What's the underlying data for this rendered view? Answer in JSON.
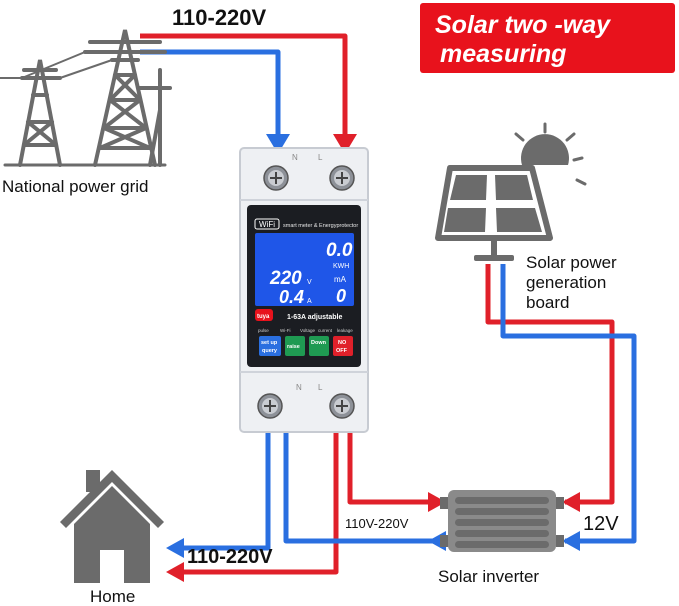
{
  "banner": {
    "line1": "Solar two -way",
    "line2": "measuring",
    "color": "#e8121c"
  },
  "labels": {
    "top_voltage": "110-220V",
    "national_grid": "National power grid",
    "solar_board_line1": "Solar power",
    "solar_board_line2": "generation",
    "solar_board_line3": "board",
    "home": "Home",
    "home_voltage": "110-220V",
    "inverter_voltage": "110V-220V",
    "dc_voltage": "12V",
    "inverter": "Solar inverter"
  },
  "terminals": {
    "top_left": "N",
    "top_right": "L",
    "bottom_left": "N",
    "bottom_right": "L"
  },
  "meter": {
    "wifi": "WiFi",
    "brand_title": "smart meter & Energyprotector",
    "energy_value": "0.0",
    "energy_unit": "KWH",
    "voltage_value": "220",
    "voltage_unit": "V",
    "leak_unit": "mA",
    "current_value": "0.4",
    "current_unit": "A",
    "leak_value": "0",
    "tuya": "tuya",
    "range": "1-63A adjustable",
    "btn_labels": [
      "pulse",
      "Wi-Fi",
      "Voltage",
      "current",
      "leakage"
    ],
    "btn_setup_1": "set up",
    "btn_setup_2": "query",
    "btn_raise": "raise",
    "btn_down": "Down",
    "btn_off_1": "NO",
    "btn_off_2": "OFF"
  },
  "colors": {
    "live_wire": "#e0202a",
    "neutral_wire": "#2a6fe0",
    "lcd": "#1f56e8",
    "icon_gray": "#6b6b6b"
  }
}
